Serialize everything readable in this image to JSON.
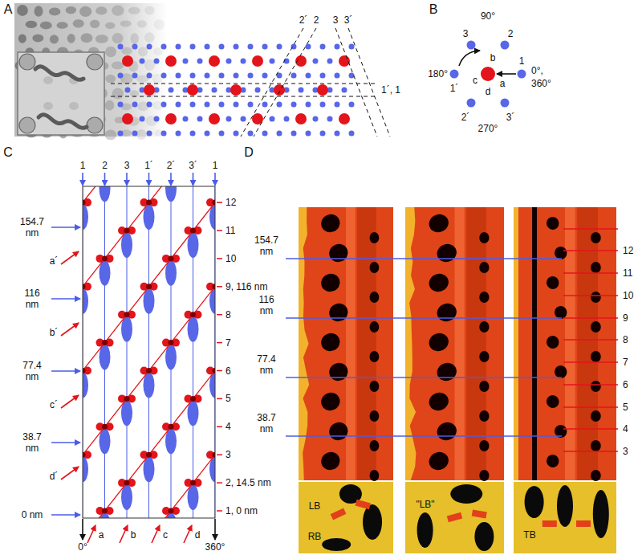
{
  "diagram": {
    "labels": [
      "A",
      "2´",
      "2",
      "3",
      "3´",
      "1´, 1",
      "B",
      "90°",
      "3",
      "2",
      "b",
      "180°",
      "1´",
      "c",
      "a",
      "1",
      "0°,",
      "360°",
      "d",
      "2´",
      "3´",
      "270°",
      "C",
      "1",
      "2",
      "3",
      "1´",
      "2´",
      "3´",
      "1",
      "154.7 nm",
      "116 nm",
      "77.4 nm",
      "38.7 nm",
      "0 nm",
      "a´",
      "b´",
      "c´",
      "d´",
      "12",
      "11",
      "10",
      "9, 116 nm",
      "8",
      "7",
      "6",
      "5",
      "4",
      "3",
      "2, 14.5 nm",
      "1, 0 nm",
      "a",
      "b",
      "c",
      "d",
      "0°",
      "360°",
      "D",
      "154.7 nm",
      "116 nm",
      "77.4 nm",
      "38.7 nm",
      "12",
      "11",
      "10",
      "9",
      "8",
      "7",
      "6",
      "5",
      "4",
      "3",
      "LB",
      "RB",
      "\"LB\"",
      "TB"
    ]
  }
}
